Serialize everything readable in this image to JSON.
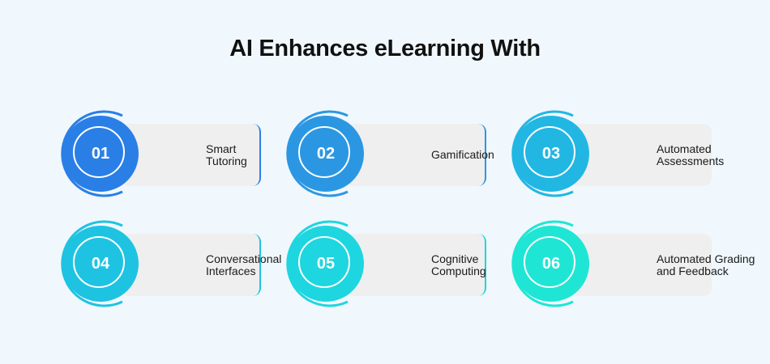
{
  "title": "AI Enhances eLearning With",
  "items": [
    {
      "number": "01",
      "label": "Smart Tutoring",
      "line1": "Smart",
      "line2": "Tutoring",
      "color": "#2a7fe6",
      "accent": true
    },
    {
      "number": "02",
      "label": "Gamification",
      "line1": "Gamification",
      "line2": "",
      "color": "#2b97e3",
      "accent": true
    },
    {
      "number": "03",
      "label": "Automated Assessments",
      "line1": "Automated",
      "line2": "Assessments",
      "color": "#22b7e2",
      "accent": false
    },
    {
      "number": "04",
      "label": "Conversational Interfaces",
      "line1": "Conversational",
      "line2": "Interfaces",
      "color": "#1fc3e2",
      "accent": true
    },
    {
      "number": "05",
      "label": "Cognitive Computing",
      "line1": "Cognitive",
      "line2": "Computing",
      "color": "#1ed6df",
      "accent": true
    },
    {
      "number": "06",
      "label": "Automated Grading and Feedback",
      "line1": "Automated Grading",
      "line2": "and Feedback",
      "color": "#1fe6d4",
      "accent": false
    }
  ]
}
